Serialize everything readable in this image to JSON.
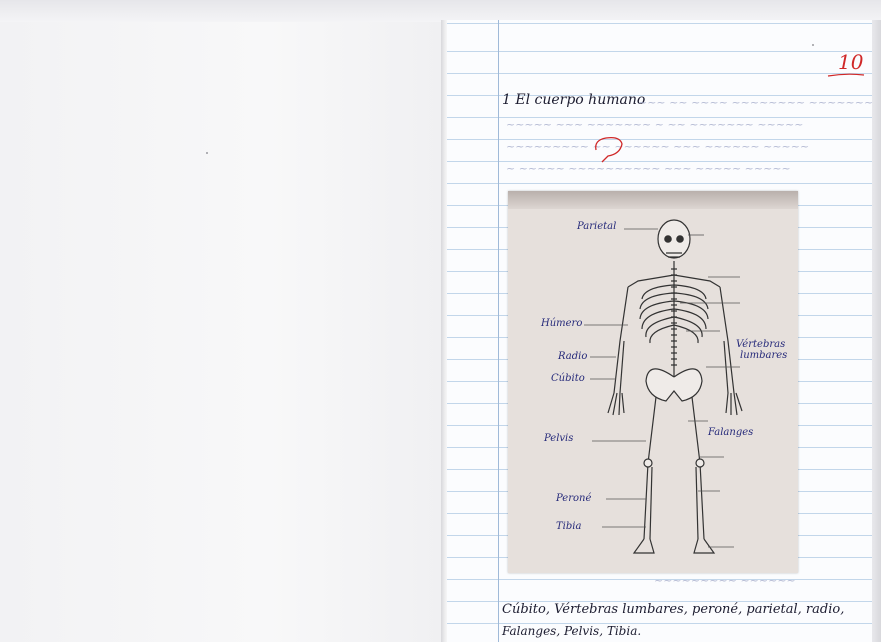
{
  "page_number": "10",
  "heading": "1 El cuerpo humano",
  "answer_lines": [
    "Cúbito, Vértebras lumbares, peroné, parietal, radio,",
    "Falanges, Pelvis, Tibia."
  ],
  "skeleton_labels": {
    "parietal": "Parietal",
    "humero": "Húmero",
    "radio": "Radio",
    "cubito": "Cúbito",
    "pelvis": "Pelvis",
    "perone": "Peroné",
    "tibia": "Tibia",
    "vertebras_1": "Vértebras",
    "vertebras_2": "lumbares",
    "falanges": "Falanges"
  },
  "colors": {
    "ink_blue": "#22238c",
    "grade_red": "#d02828",
    "ruling": "#c2d6ea"
  }
}
